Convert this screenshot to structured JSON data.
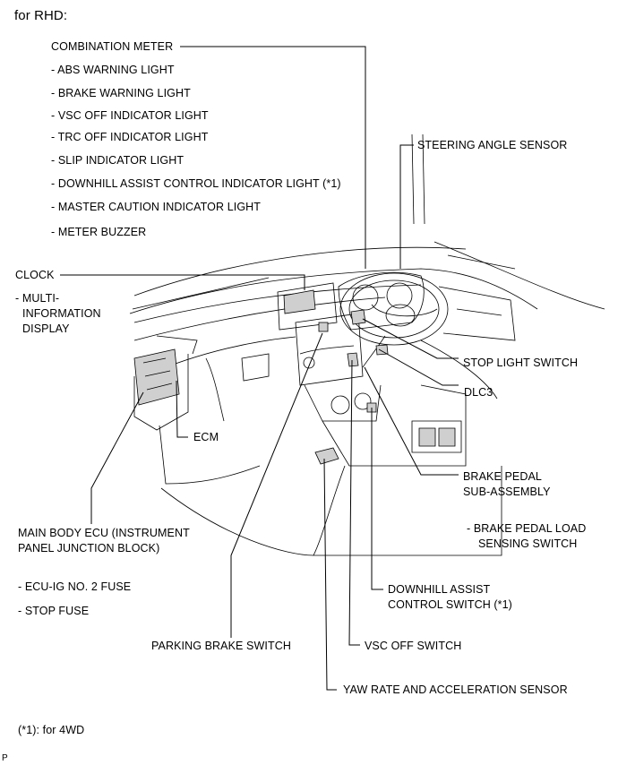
{
  "title": "for RHD:",
  "labels": {
    "combination_meter": "COMBINATION METER",
    "abs_warning_light": "ABS WARNING LIGHT",
    "brake_warning_light": "BRAKE WARNING LIGHT",
    "vsc_off_indicator_light": "VSC OFF INDICATOR LIGHT",
    "trc_off_indicator_light": "TRC OFF INDICATOR LIGHT",
    "slip_indicator_light": "SLIP INDICATOR LIGHT",
    "downhill_assist_indicator_light": "DOWNHILL ASSIST CONTROL INDICATOR LIGHT (*1)",
    "master_caution_indicator_light": "MASTER CAUTION INDICATOR LIGHT",
    "meter_buzzer": "METER BUZZER",
    "steering_angle_sensor": "STEERING ANGLE SENSOR",
    "clock": "CLOCK",
    "multi_information_display": [
      "MULTI-",
      "INFORMATION",
      "DISPLAY"
    ],
    "stop_light_switch": "STOP LIGHT SWITCH",
    "dlc3": "DLC3",
    "ecm": "ECM",
    "brake_pedal_sub_assembly": [
      "BRAKE PEDAL",
      "SUB-ASSEMBLY"
    ],
    "brake_pedal_load_sensing_switch": [
      "BRAKE PEDAL LOAD",
      "SENSING SWITCH"
    ],
    "main_body_ecu": [
      "MAIN BODY ECU (INSTRUMENT",
      "PANEL JUNCTION BLOCK)"
    ],
    "ecu_ig_no2_fuse": "ECU-IG NO. 2 FUSE",
    "stop_fuse": "STOP FUSE",
    "downhill_assist_control_switch": [
      "DOWNHILL ASSIST",
      "CONTROL SWITCH (*1)"
    ],
    "parking_brake_switch": "PARKING BRAKE SWITCH",
    "vsc_off_switch": "VSC OFF SWITCH",
    "yaw_rate_sensor": "YAW RATE AND ACCELERATION SENSOR"
  },
  "sub_item_marker": "-",
  "footnote": "(*1): for 4WD",
  "corner_code": "P"
}
